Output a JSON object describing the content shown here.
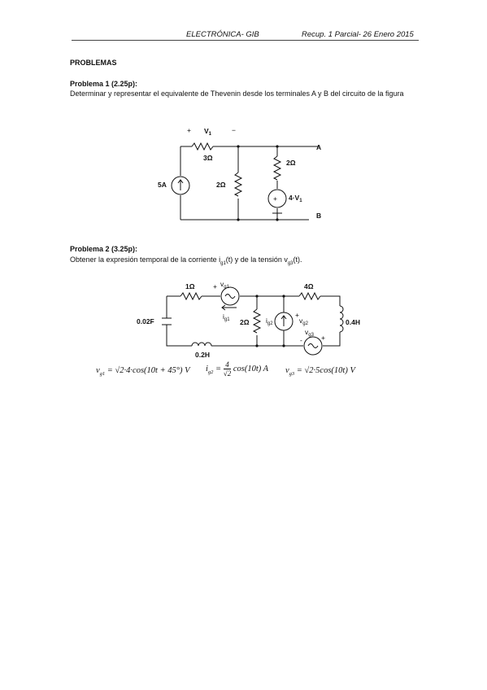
{
  "header": {
    "left": "ELECTRÓNICA- GIB",
    "right": "Recup. 1 Parcial- 26 Enero 2015"
  },
  "section_title": "PROBLEMAS",
  "problem1": {
    "title": "Problema 1 (2.25p):",
    "text": "Determinar y representar el equivalente de Thevenin desde los terminales A y B del circuito de la figura",
    "labels": {
      "plus": "+",
      "v1": "V",
      "v1_sub": "1",
      "minus": "−",
      "r1": "3Ω",
      "current_source": "5A",
      "r2": "2Ω",
      "r3": "2Ω",
      "dep_source": "4·V",
      "dep_source_sub": "1",
      "terminal_a": "A",
      "terminal_b": "B"
    }
  },
  "problem2": {
    "title": "Problema 2 (3.25p):",
    "text_a": "Obtener la expresión temporal de la corriente i",
    "text_a_sub": "g1",
    "text_b": "(t) y de la tensión v",
    "text_b_sub": "g3",
    "text_c": "(t).",
    "labels": {
      "r_1": "1Ω",
      "vg1": "v",
      "vg1_sub": "g1",
      "ig1": "i",
      "ig1_sub": "g1",
      "r_4": "4Ω",
      "cap": "0.02F",
      "r_2": "2Ω",
      "ig2": "i",
      "ig2_sub": "g2",
      "vg2": "v",
      "vg2_sub": "g2",
      "vg3": "v",
      "vg3_sub": "g3",
      "ind_1": "0.4H",
      "ind_2": "0.2H",
      "plus": "+",
      "minus": "-"
    },
    "equations": {
      "eq1_lhs": "v",
      "eq1_sub": "g1",
      "eq1_rhs_a": "= √2",
      "eq1_rhs_b": "·4·cos(10t + 45°) V",
      "eq2_lhs": "i",
      "eq2_sub": "g2",
      "eq2_num": "4",
      "eq2_den": "√2",
      "eq2_rhs": "cos(10t) A",
      "eq3_lhs": "v",
      "eq3_sub": "g3",
      "eq3_rhs_a": "= √2",
      "eq3_rhs_b": "·5cos(10t) V"
    }
  }
}
